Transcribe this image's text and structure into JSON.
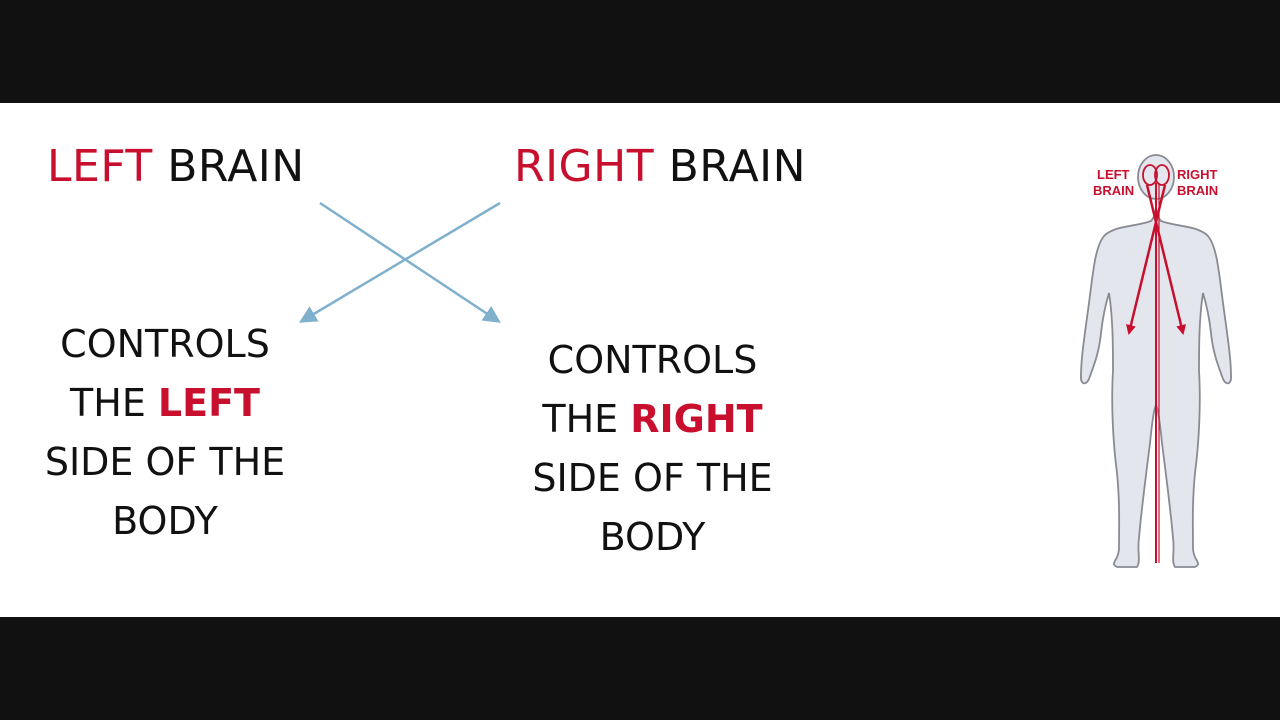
{
  "left": {
    "heading_accent": "LEFT",
    "heading_rest": " BRAIN",
    "desc_line1": "CONTROLS",
    "desc_line2_pre": "THE ",
    "desc_line2_accent": "LEFT",
    "desc_line3": "SIDE OF THE",
    "desc_line4": "BODY"
  },
  "right": {
    "heading_accent": "RIGHT",
    "heading_rest": " BRAIN",
    "desc_line1": "CONTROLS",
    "desc_line2_pre": "THE ",
    "desc_line2_accent": "RIGHT",
    "desc_line3": "SIDE OF THE",
    "desc_line4": "BODY"
  },
  "figure": {
    "label_left_1": "LEFT",
    "label_left_2": "BRAIN",
    "label_right_1": "RIGHT",
    "label_right_2": "BRAIN"
  },
  "colors": {
    "accent": "#c8102e",
    "arrow": "#7fb0cc",
    "body_fill": "#e4e6ee",
    "body_stroke": "#8a8a94"
  }
}
